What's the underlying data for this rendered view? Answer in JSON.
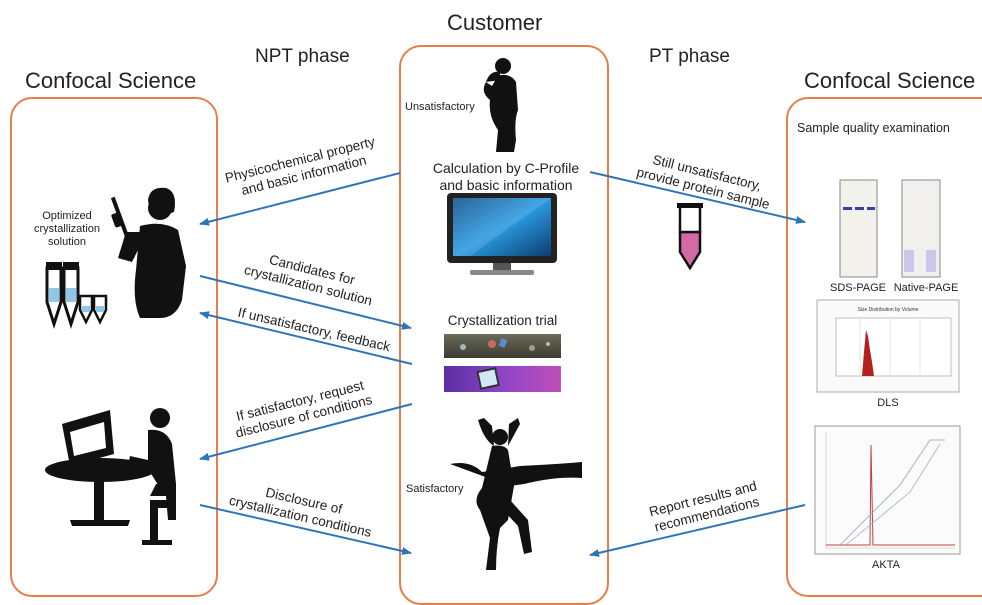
{
  "titles": {
    "customer": "Customer",
    "left_company": "Confocal Science",
    "right_company": "Confocal Science",
    "npt_phase": "NPT phase",
    "pt_phase": "PT phase"
  },
  "customer": {
    "unsatisfactory": "Unsatisfactory",
    "calc_line1": "Calculation by C-Profile",
    "calc_line2": "and basic  information",
    "crystallization_trial": "Crystallization trial",
    "satisfactory": "Satisfactory"
  },
  "left": {
    "optimized_line1": "Optimized",
    "optimized_line2": "crystallization",
    "optimized_line3": "solution"
  },
  "right": {
    "sample_quality": "Sample quality examination",
    "sds_page": "SDS-PAGE",
    "native_page": "Native-PAGE",
    "dls": "DLS",
    "dls_chart_title": "Size Distribution by Volume",
    "akta": "AKTA"
  },
  "arrows": {
    "physico_line1": "Physicochemical property",
    "physico_line2": "and basic information",
    "candidates_line1": "Candidates for",
    "candidates_line2": "crystallization solution",
    "feedback": "If unsatisfactory, feedback",
    "request_line1": "If satisfactory, request",
    "request_line2": "disclosure of conditions",
    "disclosure_line1": "Disclosure of",
    "disclosure_line2": "crystallization conditions",
    "still_line1": "Still unsatisfactory,",
    "still_line2": "provide protein sample",
    "report_line1": "Report results and",
    "report_line2": "recommendations"
  },
  "colors": {
    "panel_border": "#e67e4a",
    "arrow": "#2e75b6",
    "silhouette": "#111111",
    "monitor_screen": "#1a7ec8",
    "sample_tube": "#d36aa6"
  }
}
